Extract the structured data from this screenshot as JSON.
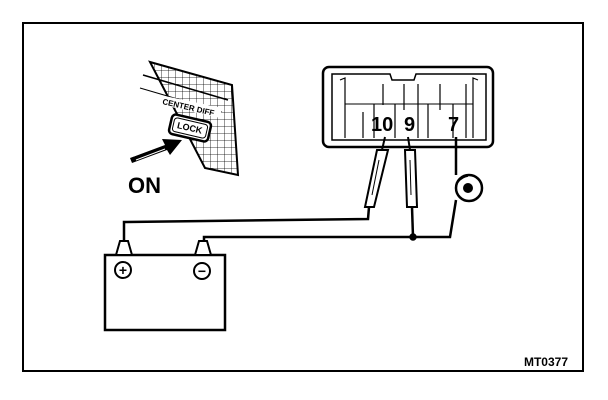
{
  "switch_panel": {
    "header_text": "CENTER DIFF",
    "button_text": "LOCK",
    "state_label": "ON"
  },
  "connector": {
    "pins": [
      "10",
      "9",
      "7"
    ]
  },
  "battery": {
    "positive_symbol": "+",
    "negative_symbol": "−"
  },
  "figure_code": "MT0377"
}
